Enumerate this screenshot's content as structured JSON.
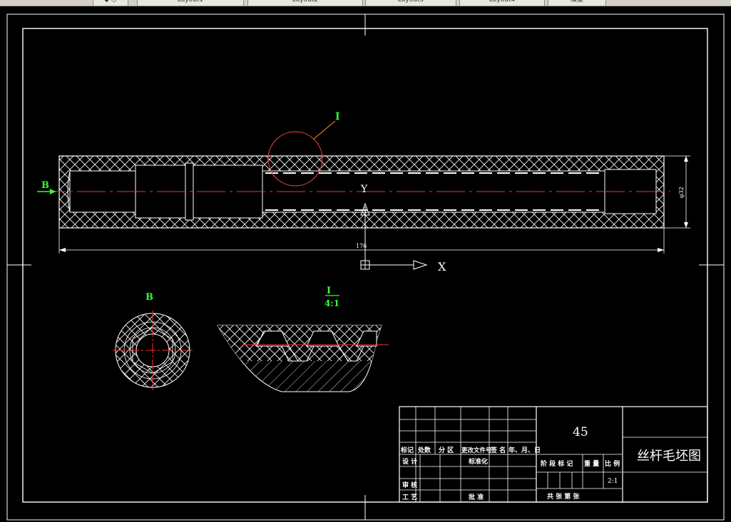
{
  "tabs": [
    "Layout1",
    "Layout2",
    "Layout3",
    "Layout4",
    "模型"
  ],
  "toolbar_icons": [
    "layout-toggle-icon",
    "cube-icon"
  ],
  "colors": {
    "background": "#000000",
    "line": "#ffffff",
    "centerline": "#ff2a2a",
    "label": "#33ff33",
    "hatch": "#ffffff",
    "ucs": "#ffffff",
    "callout": "#ff4444"
  },
  "drawing": {
    "main_view": {
      "view_label": "B",
      "dimension_length": "176",
      "dimension_diameter": "φ32",
      "detail_callout": "I"
    },
    "section_b_label": "B",
    "detail_view": {
      "label": "I",
      "scale": "4:1"
    },
    "ucs": {
      "x_axis": "X",
      "y_axis": "Y"
    }
  },
  "title_block": {
    "material": "45",
    "part_name": "丝杆毛坯图",
    "revision_headers": [
      "标记",
      "处数",
      "分 区",
      "更改文件号",
      "签 名",
      "年、月、日"
    ],
    "row_design": "设 计",
    "row_standardize": "标准化",
    "row_review": "审 核",
    "row_process": "工 艺",
    "row_approve": "批 准",
    "stage_mark": "阶 段 标 记",
    "weight": "重 量",
    "scale_label": "比 例",
    "scale_value": "2:1",
    "sheets": "共    张   第    张"
  }
}
